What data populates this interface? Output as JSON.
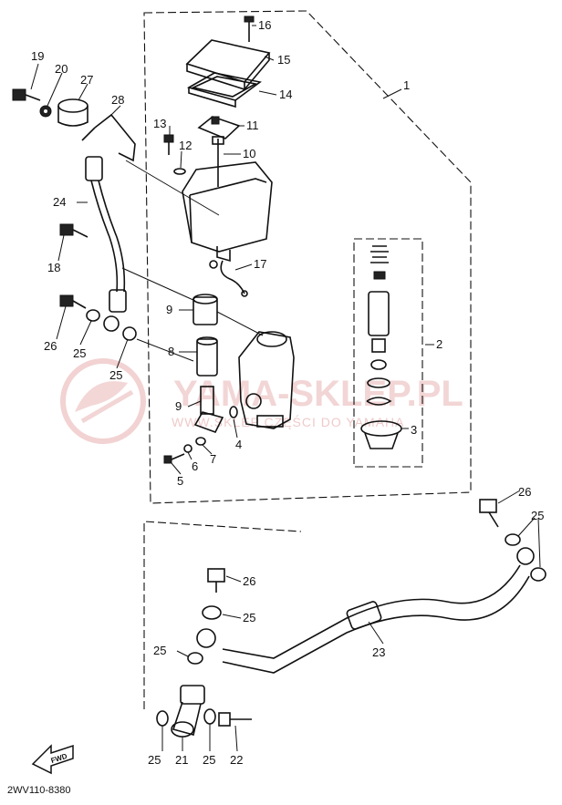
{
  "diagram": {
    "drawing_code": "2WV110-8380",
    "watermark": {
      "main_text": "YAMA-SKLEP.PL",
      "sub_text": "WWW.SKLEP CZĘŚCI DO YAMAHA"
    },
    "fwd_label": "FWD",
    "callouts": [
      {
        "id": "c1",
        "label": "1"
      },
      {
        "id": "c2",
        "label": "2"
      },
      {
        "id": "c3",
        "label": "3"
      },
      {
        "id": "c4",
        "label": "4"
      },
      {
        "id": "c5",
        "label": "5"
      },
      {
        "id": "c6",
        "label": "6"
      },
      {
        "id": "c7",
        "label": "7"
      },
      {
        "id": "c8",
        "label": "8"
      },
      {
        "id": "c9a",
        "label": "9"
      },
      {
        "id": "c9b",
        "label": "9"
      },
      {
        "id": "c10",
        "label": "10"
      },
      {
        "id": "c11",
        "label": "11"
      },
      {
        "id": "c12",
        "label": "12"
      },
      {
        "id": "c13",
        "label": "13"
      },
      {
        "id": "c14",
        "label": "14"
      },
      {
        "id": "c15",
        "label": "15"
      },
      {
        "id": "c16",
        "label": "16"
      },
      {
        "id": "c17",
        "label": "17"
      },
      {
        "id": "c18",
        "label": "18"
      },
      {
        "id": "c19",
        "label": "19"
      },
      {
        "id": "c20",
        "label": "20"
      },
      {
        "id": "c21",
        "label": "21"
      },
      {
        "id": "c22",
        "label": "22"
      },
      {
        "id": "c23",
        "label": "23"
      },
      {
        "id": "c24",
        "label": "24"
      },
      {
        "id": "c25a",
        "label": "25"
      },
      {
        "id": "c25b",
        "label": "25"
      },
      {
        "id": "c25c",
        "label": "25"
      },
      {
        "id": "c25d",
        "label": "25"
      },
      {
        "id": "c25e",
        "label": "25"
      },
      {
        "id": "c25f",
        "label": "25"
      },
      {
        "id": "c25g",
        "label": "25"
      },
      {
        "id": "c26a",
        "label": "26"
      },
      {
        "id": "c26b",
        "label": "26"
      },
      {
        "id": "c26c",
        "label": "26"
      },
      {
        "id": "c27",
        "label": "27"
      },
      {
        "id": "c28",
        "label": "28"
      }
    ]
  }
}
